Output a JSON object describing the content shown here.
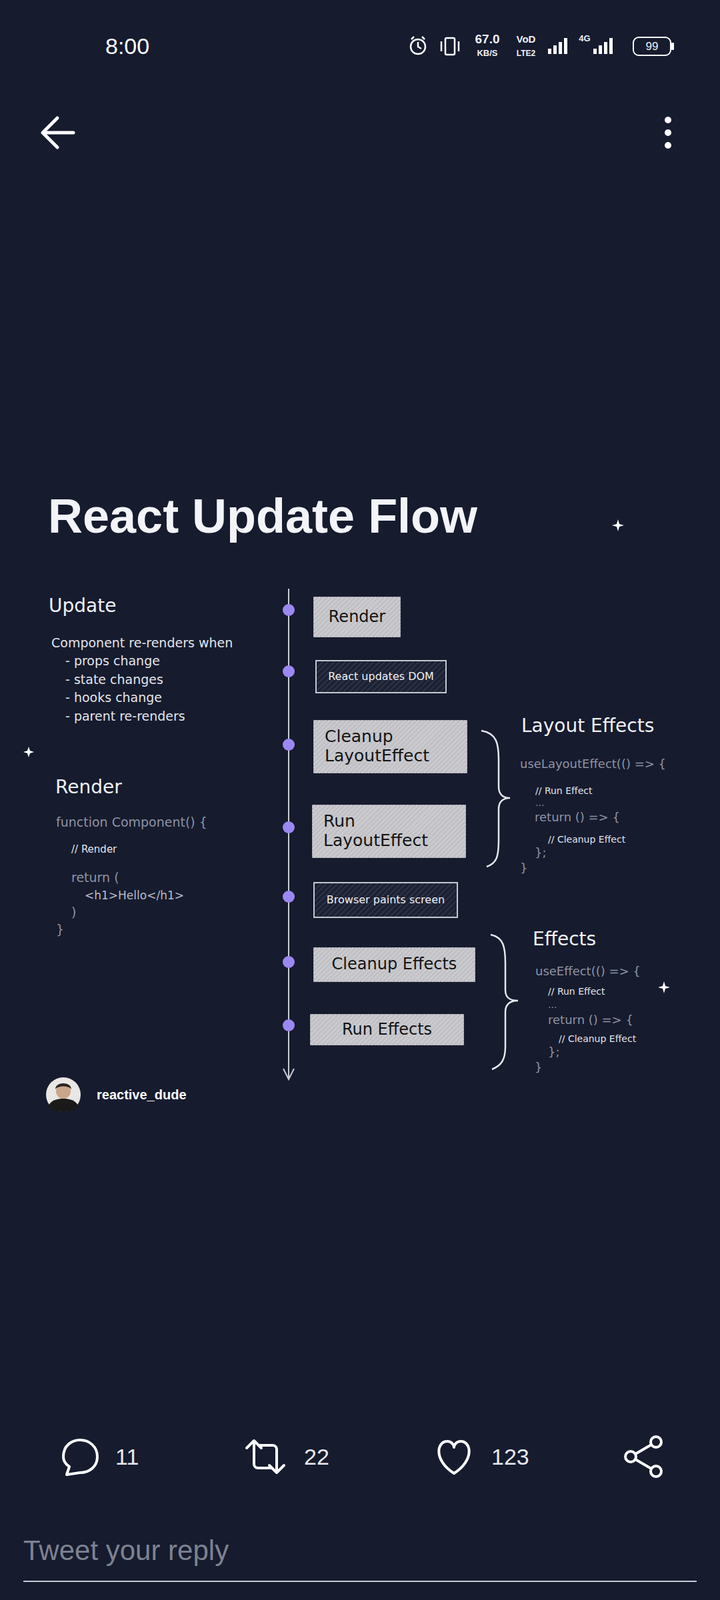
{
  "diagram": {
    "title": "React Update Flow",
    "nodes": [
      {
        "text": [
          "Render"
        ]
      },
      {
        "text": [
          "React updates DOM"
        ]
      },
      {
        "text": [
          "Cleanup LayoutEffect"
        ]
      },
      {
        "text": [
          "Run LayoutEffect"
        ]
      },
      {
        "text": [
          "Browser paints screen"
        ]
      },
      {
        "text": [
          "Cleanup Effects"
        ]
      },
      {
        "text": [
          "Run Effects"
        ]
      }
    ],
    "labels": [
      "8:00",
      "67.0",
      "KB/S",
      "VoD",
      "LTE2",
      "4G",
      "99",
      "Update",
      "Component re-renders when",
      "- props change",
      "- state changes",
      "- hooks change",
      "- parent re-renders",
      "Render",
      "function Component() {",
      "// Render",
      "return (",
      "<h1>Hello</h1>",
      ")",
      "}",
      "Layout Effects",
      "useLayoutEffect(() => {",
      "// Run Effect",
      "...",
      "return () => {",
      "// Cleanup Effect",
      "};",
      "}",
      "Effects",
      "useEffect(() => {",
      "// Run Effect",
      "...",
      "return () => {",
      "// Cleanup Effect",
      "};",
      "}",
      "reactive_dude",
      "11",
      "22",
      "123",
      "Tweet your reply"
    ]
  }
}
